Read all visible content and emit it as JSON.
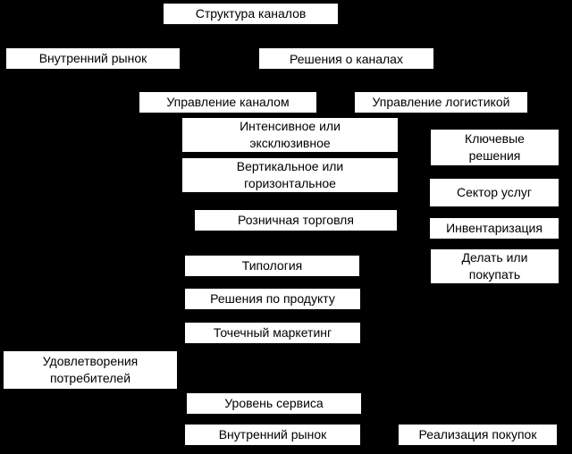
{
  "nodes": {
    "title": "Структура каналов",
    "internal_market_top": "Внутренний рынок",
    "channel_decisions": "Решения о каналах",
    "channel_management": "Управление каналом",
    "logistics_management": "Управление логистикой",
    "intensive_exclusive": "Интенсивное или\nэксклюзивное",
    "vertical_horizontal": "Вертикальное или\nгоризонтальное",
    "retail": "Розничная торговля",
    "typology": "Типология",
    "product_decisions": "Решения по продукту",
    "point_marketing": "Точечный маркетинг",
    "consumer_satisfaction": "Удовлетворения\nпотребителей",
    "service_level": "Уровень сервиса",
    "internal_market_bottom": "Внутренний рынок",
    "key_decisions": "Ключевые\nрешения",
    "service_sector": "Сектор услуг",
    "inventory": "Инвентаризация",
    "make_or_buy": "Делать или\nпокупать",
    "purchase_realization": "Реализация покупок"
  }
}
